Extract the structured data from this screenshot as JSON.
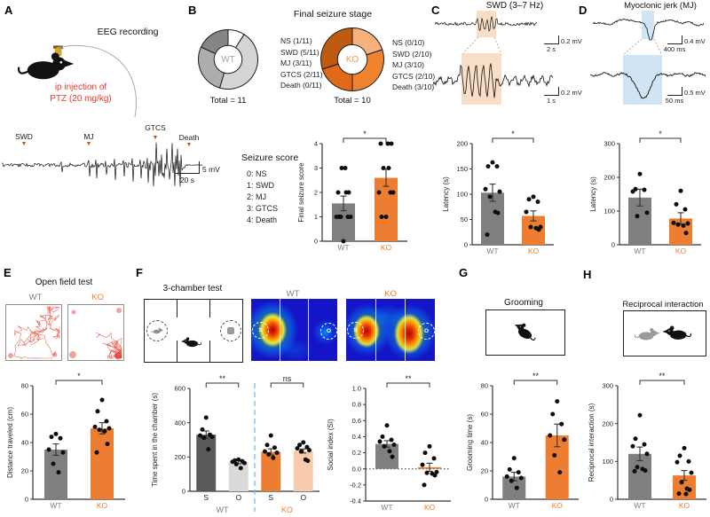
{
  "colors": {
    "wt_gray": "#7f7f7f",
    "wt_dark": "#595959",
    "wt_light": "#d9d9d9",
    "ko_orange": "#ed7d31",
    "ko_light": "#f8cbad",
    "injection_red": "#e8392b",
    "event_marker": "#b8571c",
    "separator_blue": "#86b7dc",
    "heatmap_base": "#1414c8",
    "highlight_peach": "#f8dcc3",
    "highlight_blue": "#cfe3f2"
  },
  "panelA": {
    "label": "A",
    "title": "EEG recording",
    "injection_line1": "ip injection of",
    "injection_line2": "PTZ (20 mg/kg)",
    "events": [
      "SWD",
      "MJ",
      "GTCS",
      "Death"
    ],
    "scale_v": "5 mV",
    "scale_h": "20 s"
  },
  "panelB": {
    "label": "B",
    "title": "Final seizure stage",
    "wt_total": "Total = 11",
    "ko_total": "Total = 10",
    "wt_legend": [
      "NS (1/11)",
      "SWD (5/11)",
      "MJ (3/11)",
      "GTCS (2/11)",
      "Death (0/11)"
    ],
    "ko_legend": [
      "NS (0/10)",
      "SWD (2/10)",
      "MJ (3/10)",
      "GTCS (2/10)",
      "Death (3/10)"
    ],
    "score_legend_title": "Seizure score",
    "score_legend": [
      "0: NS",
      "1: SWD",
      "2: MJ",
      "3: GTCS",
      "4: Death"
    ]
  },
  "panelC": {
    "label": "C",
    "title": "SWD (3–7 Hz)",
    "scale_top_v": "0.2 mV",
    "scale_top_h": "2 s",
    "scale_bot_v": "0.2 mV",
    "scale_bot_h": "1 s"
  },
  "panelD": {
    "label": "D",
    "title": "Myoclonic jerk (MJ)",
    "scale_top_v": "0.4 mV",
    "scale_top_h": "400 ms",
    "scale_bot_v": "0.5 mV",
    "scale_bot_h": "50 ms"
  },
  "panelE": {
    "label": "E",
    "title": "Open field test",
    "wt_label": "WT",
    "ko_label": "KO"
  },
  "panelF": {
    "label": "F",
    "title": "3-chamber test",
    "heatmap_labels": [
      "WT",
      "KO"
    ],
    "chamber_labels": [
      "S",
      "O"
    ]
  },
  "panelG": {
    "label": "G",
    "title": "Grooming"
  },
  "panelH": {
    "label": "H",
    "title": "Reciprocal interaction"
  },
  "chart_data": [
    {
      "id": "wt_donut",
      "type": "donut",
      "center_label": "WT",
      "center_color": "#a6a6a6",
      "total_label": "Total = 11",
      "segments": [
        {
          "label": "NS",
          "value": 1,
          "color": "#ffffff"
        },
        {
          "label": "SWD",
          "value": 5,
          "color": "#d4d4d4"
        },
        {
          "label": "MJ",
          "value": 3,
          "color": "#adadad"
        },
        {
          "label": "GTCS",
          "value": 2,
          "color": "#858585"
        },
        {
          "label": "Death",
          "value": 0,
          "color": "#3f3f3f"
        }
      ]
    },
    {
      "id": "ko_donut",
      "type": "donut",
      "center_label": "KO",
      "center_color": "#eb9a4d",
      "total_label": "Total = 10",
      "segments": [
        {
          "label": "NS",
          "value": 0,
          "color": "#ffffff"
        },
        {
          "label": "SWD",
          "value": 2,
          "color": "#f5b27c"
        },
        {
          "label": "MJ",
          "value": 3,
          "color": "#ee8430"
        },
        {
          "label": "GTCS",
          "value": 2,
          "color": "#e06a1a"
        },
        {
          "label": "Death",
          "value": 3,
          "color": "#c05a11"
        }
      ]
    },
    {
      "id": "final_seizure_score",
      "type": "bar",
      "ylabel": "Final seizure score",
      "ylim": [
        0,
        4
      ],
      "yticks": [
        0,
        1,
        2,
        3,
        4
      ],
      "bars": [
        {
          "label": "WT",
          "label_color": "#7f7f7f",
          "value": 1.55,
          "err": 0.3,
          "color": "#7f7f7f",
          "dots": [
            0,
            1,
            1,
            1,
            1,
            1,
            2,
            2,
            2,
            3,
            3
          ]
        },
        {
          "label": "KO",
          "label_color": "#ed7d31",
          "value": 2.6,
          "err": 0.35,
          "color": "#ed7d31",
          "dots": [
            1,
            1,
            2,
            2,
            2,
            3,
            3,
            4,
            4,
            4
          ]
        }
      ],
      "sig": [
        {
          "a": 0,
          "b": 1,
          "text": "*"
        }
      ]
    },
    {
      "id": "swd_latency",
      "type": "bar",
      "ylabel": "Latency (s)",
      "ylim": [
        0,
        200
      ],
      "yticks": [
        0,
        50,
        100,
        150,
        200
      ],
      "bars": [
        {
          "label": "WT",
          "label_color": "#7f7f7f",
          "value": 103,
          "err": 17,
          "color": "#7f7f7f",
          "dots": [
            163,
            155,
            155,
            110,
            105,
            95,
            65,
            63,
            20
          ]
        },
        {
          "label": "KO",
          "label_color": "#ed7d31",
          "value": 57,
          "err": 10,
          "color": "#ed7d31",
          "dots": [
            95,
            90,
            85,
            65,
            35,
            35,
            33,
            30
          ]
        }
      ],
      "sig": [
        {
          "a": 0,
          "b": 1,
          "text": "*"
        }
      ]
    },
    {
      "id": "mj_latency",
      "type": "bar",
      "ylabel": "Latency (s)",
      "ylim": [
        0,
        300
      ],
      "yticks": [
        0,
        100,
        200,
        300
      ],
      "bars": [
        {
          "label": "WT",
          "label_color": "#7f7f7f",
          "value": 140,
          "err": 25,
          "color": "#7f7f7f",
          "dots": [
            210,
            165,
            163,
            158,
            95,
            85
          ]
        },
        {
          "label": "KO",
          "label_color": "#ed7d31",
          "value": 78,
          "err": 17,
          "color": "#ed7d31",
          "dots": [
            160,
            120,
            105,
            65,
            63,
            60,
            57,
            35
          ]
        }
      ],
      "sig": [
        {
          "a": 0,
          "b": 1,
          "text": "*"
        }
      ]
    },
    {
      "id": "distance_traveled",
      "type": "bar",
      "ylabel": "Distance traveled (cm)",
      "ylim": [
        0,
        80
      ],
      "yticks": [
        0,
        20,
        40,
        60,
        80
      ],
      "bars": [
        {
          "label": "WT",
          "label_color": "#7f7f7f",
          "value": 35,
          "err": 4,
          "color": "#7f7f7f",
          "dots": [
            46,
            44,
            43,
            35,
            33,
            25,
            19
          ]
        },
        {
          "label": "KO",
          "label_color": "#ed7d31",
          "value": 50,
          "err": 4,
          "color": "#ed7d31",
          "dots": [
            70,
            62,
            55,
            51,
            50,
            49,
            48,
            39,
            33
          ]
        }
      ],
      "sig": [
        {
          "a": 0,
          "b": 1,
          "text": "*"
        }
      ]
    },
    {
      "id": "chamber_time",
      "type": "bar",
      "ylabel": "Time spent in the chamber (s)",
      "ylim": [
        0,
        600
      ],
      "yticks": [
        0,
        200,
        400,
        600
      ],
      "bars": [
        {
          "label": "S",
          "label_color": "#222222",
          "value": 330,
          "err": 22,
          "color": "#595959",
          "dots": [
            430,
            360,
            330,
            325,
            318,
            312,
            245
          ]
        },
        {
          "label": "O",
          "label_color": "#222222",
          "value": 170,
          "err": 10,
          "color": "#d9d9d9",
          "dots": [
            185,
            180,
            175,
            172,
            165,
            158,
            135
          ]
        },
        {
          "label": "S",
          "label_color": "#222222",
          "value": 230,
          "err": 18,
          "color": "#ed7d31",
          "dots": [
            325,
            270,
            255,
            232,
            225,
            215,
            195
          ]
        },
        {
          "label": "O",
          "label_color": "#222222",
          "value": 235,
          "err": 12,
          "color": "#f8cbad",
          "dots": [
            285,
            270,
            258,
            250,
            240,
            232,
            185,
            178
          ]
        }
      ],
      "sig": [
        {
          "a": 0,
          "b": 1,
          "text": "**"
        },
        {
          "a": 2,
          "b": 3,
          "text": "ns"
        }
      ],
      "groups": [
        {
          "label": "WT",
          "color": "#7f7f7f",
          "span": [
            0,
            1
          ]
        },
        {
          "label": "KO",
          "color": "#ed7d31",
          "span": [
            2,
            3
          ]
        }
      ]
    },
    {
      "id": "social_index",
      "type": "bar",
      "ylabel": "Social index (SI)",
      "ylim": [
        -0.4,
        1.0
      ],
      "yticks": [
        -0.4,
        -0.2,
        0.0,
        0.2,
        0.4,
        0.6,
        0.8,
        1.0
      ],
      "bars": [
        {
          "label": "WT",
          "label_color": "#7f7f7f",
          "value": 0.31,
          "err": 0.04,
          "color": "#7f7f7f",
          "dots": [
            0.54,
            0.4,
            0.36,
            0.34,
            0.3,
            0.28,
            0.22,
            0.15
          ]
        },
        {
          "label": "KO",
          "label_color": "#ed7d31",
          "value": 0.02,
          "err": 0.05,
          "color": "#ed7d31",
          "dots": [
            0.28,
            0.2,
            0.13,
            0.05,
            -0.04,
            -0.05,
            -0.06,
            -0.08,
            -0.2
          ]
        }
      ],
      "sig": [
        {
          "a": 0,
          "b": 1,
          "text": "**"
        }
      ]
    },
    {
      "id": "grooming_time",
      "type": "bar",
      "ylabel": "Grooming time (s)",
      "ylim": [
        0,
        80
      ],
      "yticks": [
        0,
        20,
        40,
        60,
        80
      ],
      "bars": [
        {
          "label": "WT",
          "label_color": "#7f7f7f",
          "value": 16,
          "err": 3,
          "color": "#7f7f7f",
          "dots": [
            29,
            21,
            19,
            16,
            15,
            13,
            8
          ]
        },
        {
          "label": "KO",
          "label_color": "#ed7d31",
          "value": 45,
          "err": 8,
          "color": "#ed7d31",
          "dots": [
            69,
            60,
            53,
            45,
            42,
            31,
            19
          ]
        }
      ],
      "sig": [
        {
          "a": 0,
          "b": 1,
          "text": "**"
        }
      ]
    },
    {
      "id": "reciprocal_interaction",
      "type": "bar",
      "ylabel": "Reciprocal interaction (s)",
      "ylim": [
        0,
        300
      ],
      "yticks": [
        0,
        100,
        200,
        300
      ],
      "bars": [
        {
          "label": "WT",
          "label_color": "#7f7f7f",
          "value": 120,
          "err": 18,
          "color": "#7f7f7f",
          "dots": [
            222,
            160,
            145,
            140,
            120,
            85,
            80,
            76,
            74
          ]
        },
        {
          "label": "KO",
          "label_color": "#ed7d31",
          "value": 63,
          "err": 13,
          "color": "#ed7d31",
          "dots": [
            135,
            115,
            100,
            98,
            70,
            45,
            28,
            25,
            15,
            14
          ]
        }
      ],
      "sig": [
        {
          "a": 0,
          "b": 1,
          "text": "**"
        }
      ]
    }
  ]
}
